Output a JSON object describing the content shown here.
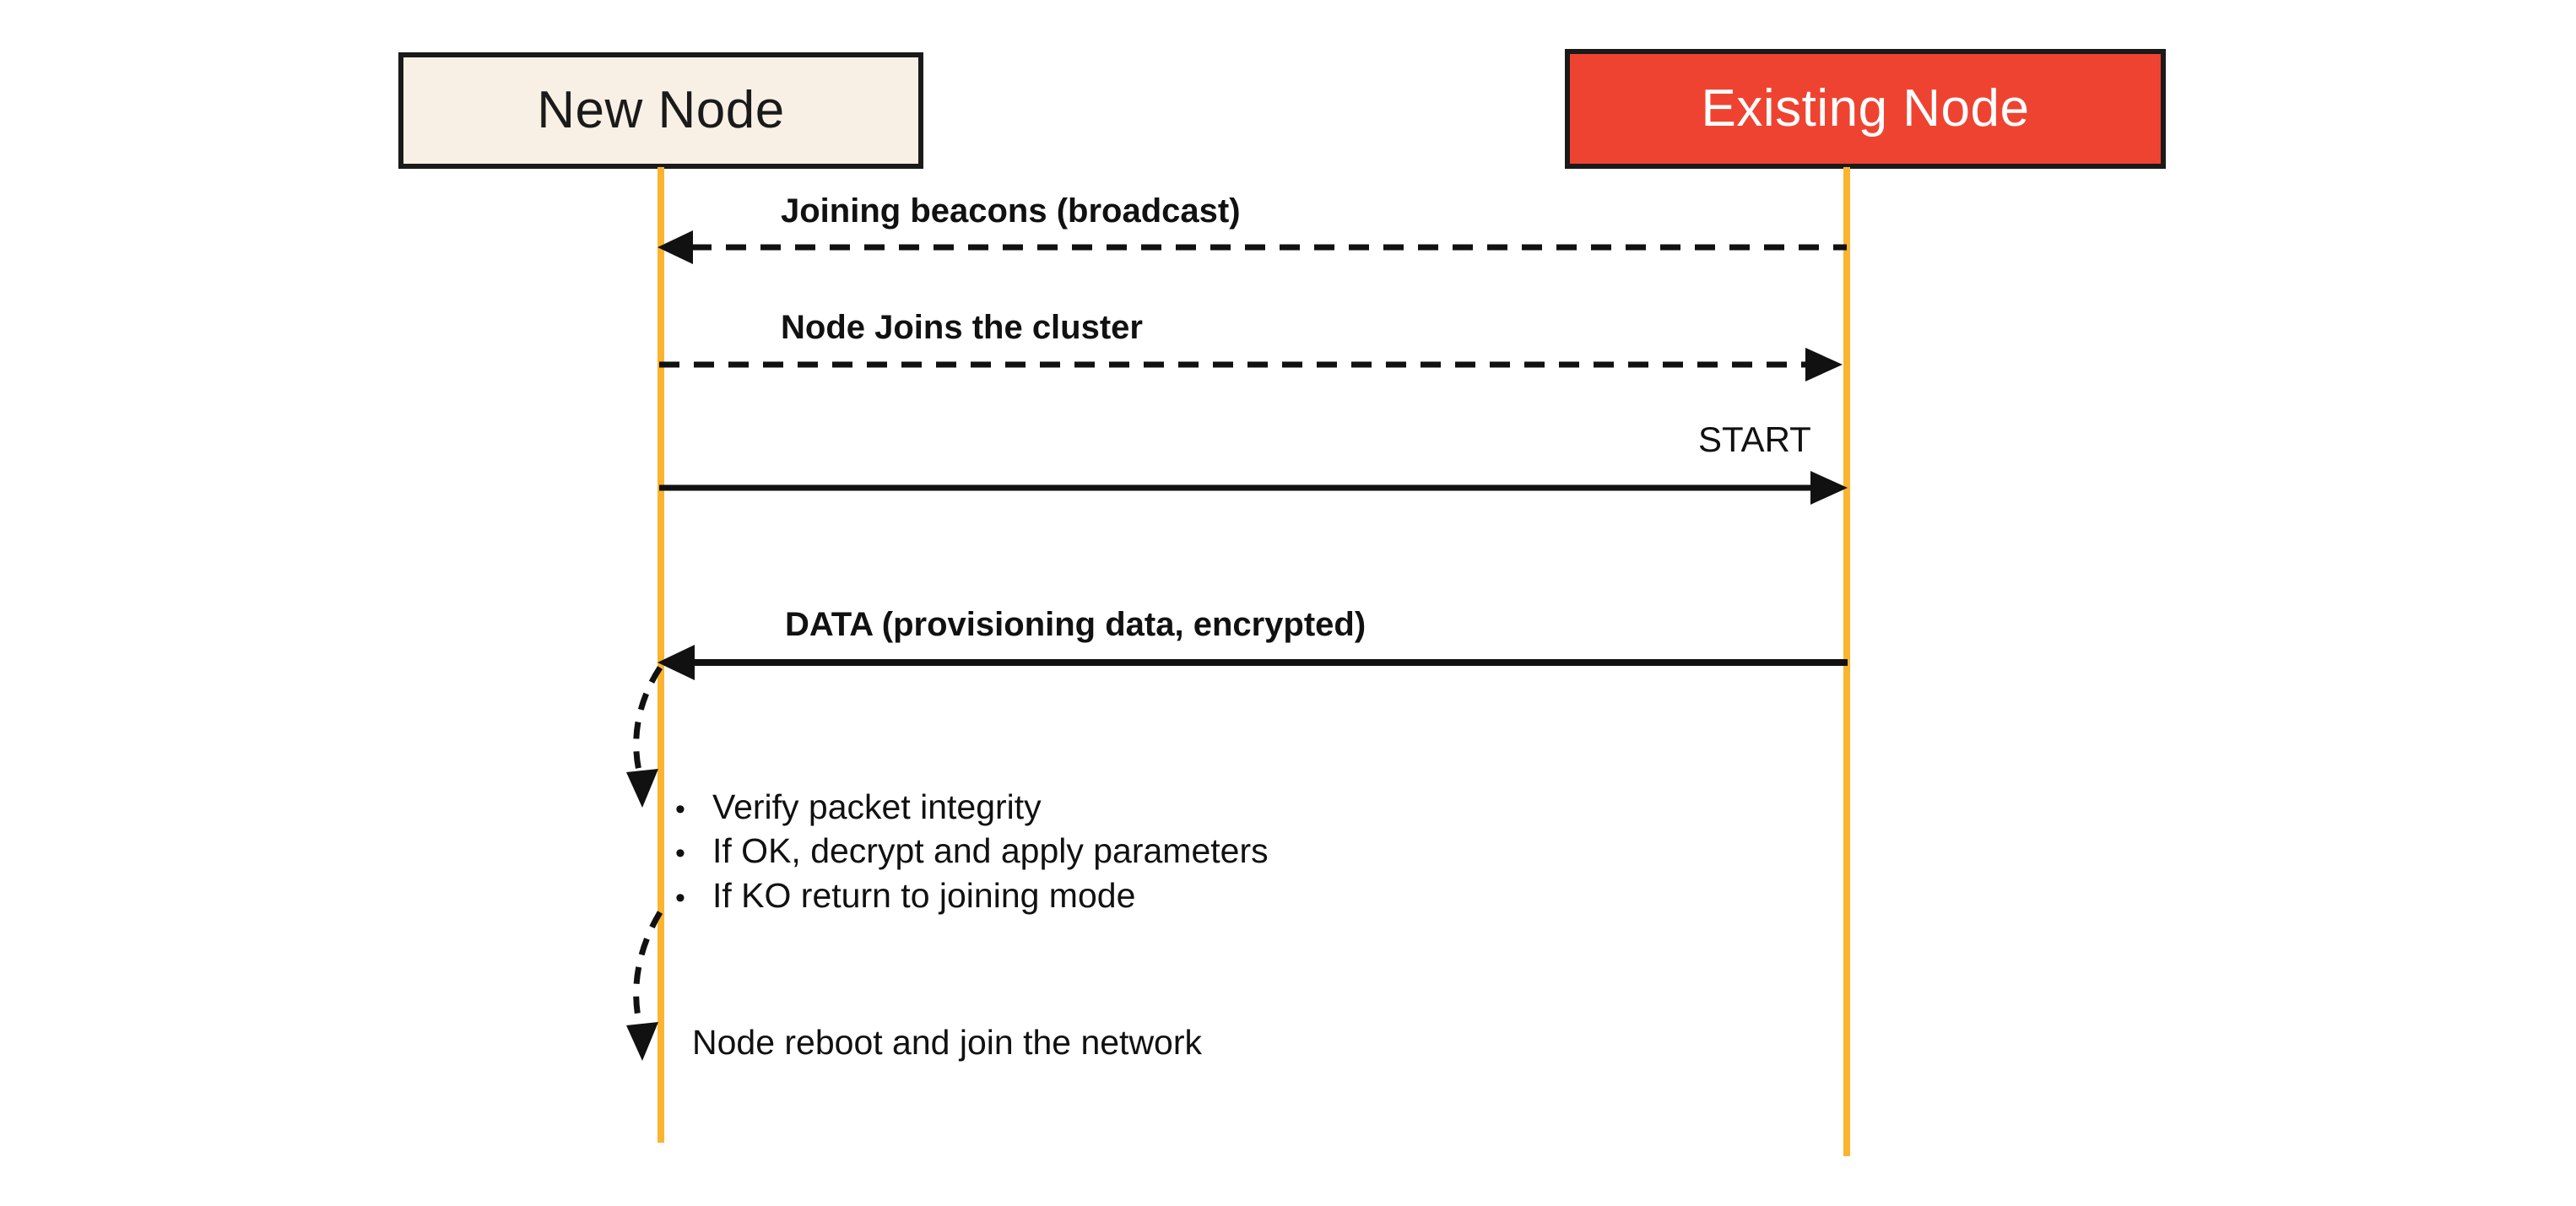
{
  "diagram": {
    "type": "sequence-diagram",
    "background_color": "#FFFFFF",
    "participants": [
      {
        "id": "new-node",
        "label": "New Node",
        "fill_color": "#F8F0E5",
        "text_color": "#1A1A1A",
        "border_color": "#1A1A1A",
        "lifeline_color": "#FBB430"
      },
      {
        "id": "existing-node",
        "label": "Existing Node",
        "fill_color": "#EF4331",
        "text_color": "#FFFFFF",
        "border_color": "#1A1A1A",
        "lifeline_color": "#FBB430"
      }
    ],
    "messages": [
      {
        "id": "joining-beacons",
        "label": "Joining beacons (broadcast)",
        "from": "existing-node",
        "to": "new-node",
        "direction": "left",
        "line_style": "dashed",
        "label_weight": "bold",
        "label_align": "left"
      },
      {
        "id": "node-joins-cluster",
        "label": "Node Joins the cluster",
        "from": "new-node",
        "to": "existing-node",
        "direction": "right",
        "line_style": "dashed",
        "label_weight": "bold",
        "label_align": "left"
      },
      {
        "id": "start",
        "label": "START",
        "from": "new-node",
        "to": "existing-node",
        "direction": "right",
        "line_style": "solid",
        "label_weight": "regular",
        "label_align": "right"
      },
      {
        "id": "data-provisioning",
        "label": "DATA (provisioning data, encrypted)",
        "from": "existing-node",
        "to": "new-node",
        "direction": "left",
        "line_style": "solid",
        "label_weight": "bold",
        "label_align": "left"
      }
    ],
    "self_actions": [
      {
        "id": "process-data-loop",
        "on": "new-node",
        "line_style": "dashed",
        "direction": "down"
      },
      {
        "id": "reboot-loop",
        "on": "new-node",
        "line_style": "dashed",
        "direction": "down"
      }
    ],
    "note": {
      "id": "new-node-processing-note",
      "bullet_glyph": "•",
      "items": [
        "Verify packet integrity",
        "If OK, decrypt and apply parameters",
        "If KO return to joining mode"
      ]
    },
    "footer_note": {
      "id": "node-reboot-note",
      "text": "Node reboot and join the network"
    }
  }
}
